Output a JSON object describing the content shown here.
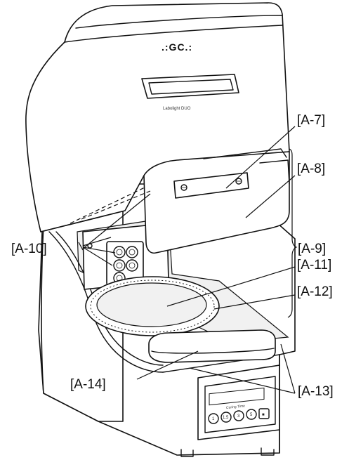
{
  "device": {
    "brand": ".:GC.:",
    "model": "Labolight DUO",
    "button_labels": [
      "1",
      "1.5",
      "3",
      "5",
      "■"
    ]
  },
  "callouts": {
    "a7": "[A-7]",
    "a8": "[A-8]",
    "a9": "[A-9]",
    "a10": "[A-10]",
    "a11": "[A-11]",
    "a12": "[A-12]",
    "a13": "[A-13]",
    "a14": "[A-14]"
  }
}
